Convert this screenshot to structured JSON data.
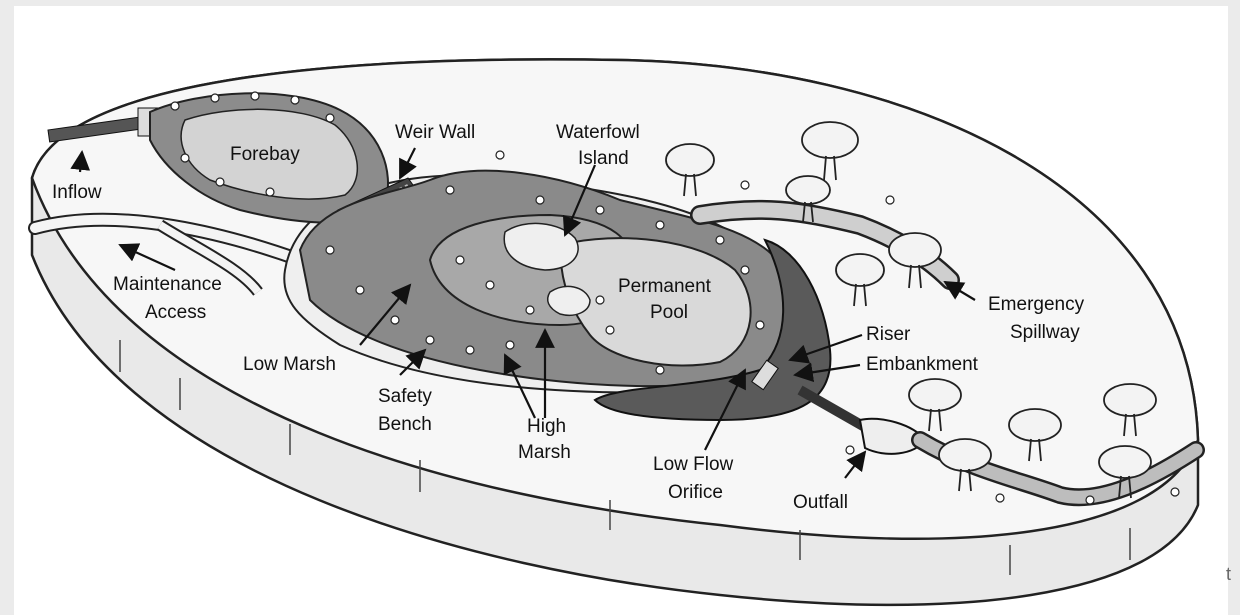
{
  "labels": {
    "inflow": "Inflow",
    "forebay": "Forebay",
    "weir_wall": "Weir Wall",
    "waterfowl_1": "Waterfowl",
    "waterfowl_2": "Island",
    "maintenance_1": "Maintenance",
    "maintenance_2": "Access",
    "permanent_1": "Permanent",
    "permanent_2": "Pool",
    "emergency_1": "Emergency",
    "emergency_2": "Spillway",
    "riser": "Riser",
    "embankment": "Embankment",
    "low_marsh": "Low Marsh",
    "safety_1": "Safety",
    "safety_2": "Bench",
    "high_1": "High",
    "high_2": "Marsh",
    "lowflow_1": "Low Flow",
    "lowflow_2": "Orifice",
    "outfall": "Outfall"
  },
  "stray_text": "t"
}
